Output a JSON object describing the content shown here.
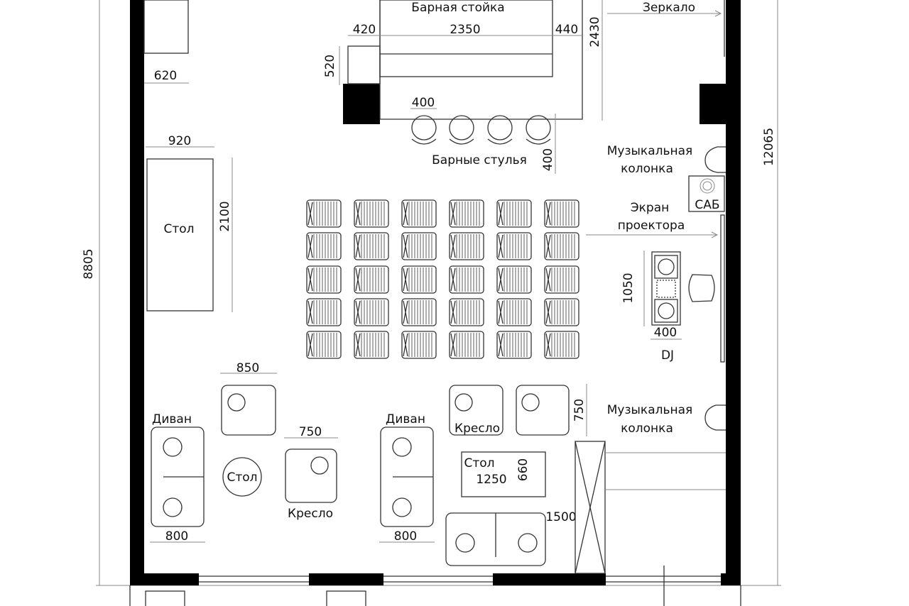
{
  "labels": {
    "bar_counter": "Барная стойка",
    "mirror": "Зеркало",
    "bar_stools": "Барные стулья",
    "speaker_top_1": "Музыкальная",
    "speaker_top_2": "колонка",
    "subwoofer": "САБ",
    "screen_1": "Экран",
    "screen_2": "проектора",
    "dj": "DJ",
    "table_left": "Стол",
    "table_round": "Стол",
    "table_center": "Стол",
    "sofa_left": "Диван",
    "sofa_mid": "Диван",
    "armchair_mid": "Кресло",
    "armchair_pair": "Кресло",
    "speaker_bottom_1": "Музыкальная",
    "speaker_bottom_2": "колонка"
  },
  "dimensions": {
    "cabinet_width": "620",
    "bar_end_width": "420",
    "bar_length": "2350",
    "bar_gap": "440",
    "bar_depth": "2430",
    "bar_end_depth": "520",
    "stool_width": "400",
    "stool_depth": "400",
    "table_left_width": "920",
    "table_left_length": "2100",
    "room_depth": "8805",
    "room_length": "12065",
    "dj_length": "1050",
    "dj_width": "400",
    "armchair_width": "850",
    "armchair_mid_width": "750",
    "sofa_left_width": "800",
    "sofa_mid_width": "800",
    "armchair_pair_depth": "750",
    "table_center_length": "1250",
    "table_center_width": "660",
    "sofa_bottom_length": "1500"
  },
  "seating_grid": {
    "rows": 5,
    "cols": 6
  }
}
